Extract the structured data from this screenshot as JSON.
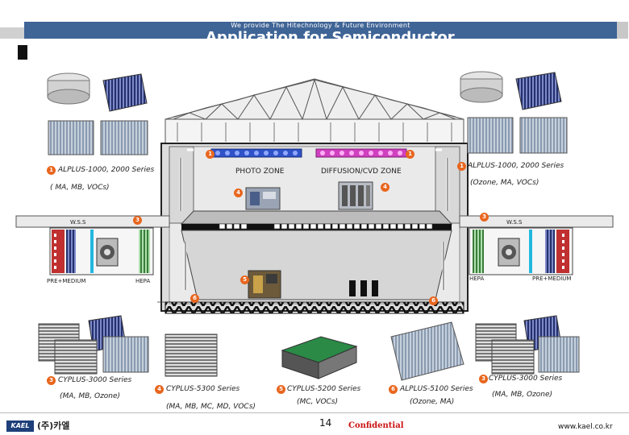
{
  "header": {
    "tagline": "We provide The Hitechnology & Future Environment",
    "title": "Application for Semiconductor"
  },
  "zones": {
    "photo": "PHOTO ZONE",
    "diffusion": "DIFFUSION/CVD ZONE"
  },
  "units": {
    "wss_left": "W.S.S",
    "wss_right": "W.S.S",
    "pre_medium_left": "PRE+MEDIUM",
    "hepa_left": "HEPA",
    "hepa_right": "HEPA",
    "pre_medium_right": "PRE+MEDIUM"
  },
  "products": {
    "top_left": {
      "badge": "1",
      "name": "ALPLUS-1000, 2000 Series",
      "note": "( MA, MB, VOCs)"
    },
    "top_right": {
      "badge": "1",
      "name": "ALPLUS-1000, 2000 Series",
      "note": "(Ozone, MA, VOCs)"
    },
    "bottom_left": {
      "badge": "3",
      "name": "CYPLUS-3000 Series",
      "note": "(MA, MB, Ozone)"
    },
    "bottom_c1": {
      "badge": "4",
      "name": "CYPLUS-5300 Series",
      "note": "(MA, MB, MC, MD, VOCs)"
    },
    "bottom_c2": {
      "badge": "5",
      "name": "CYPLUS-5200 Series",
      "note": "(MC, VOCs)"
    },
    "bottom_c3": {
      "badge": "6",
      "name": "ALPLUS-5100 Series",
      "note": "(Ozone, MA)"
    },
    "bottom_right": {
      "badge": "3",
      "name": "CYPLUS-3000 Series",
      "note": "(MA, MB, Ozone)"
    }
  },
  "footer": {
    "logo": "KAEL",
    "company": "(주)카엘",
    "page": "14",
    "confidential": "Confidential",
    "url": "www.kael.co.kr"
  },
  "colors": {
    "banner": "#3f6496",
    "badge": "#e8661e",
    "ffu_blue": "#2f52c9",
    "ffu_pink": "#d040c0",
    "filter_green": "#3fae3f",
    "filter_red": "#c03030",
    "filter_cyan": "#22b8e0",
    "confidential": "#cc1111"
  }
}
